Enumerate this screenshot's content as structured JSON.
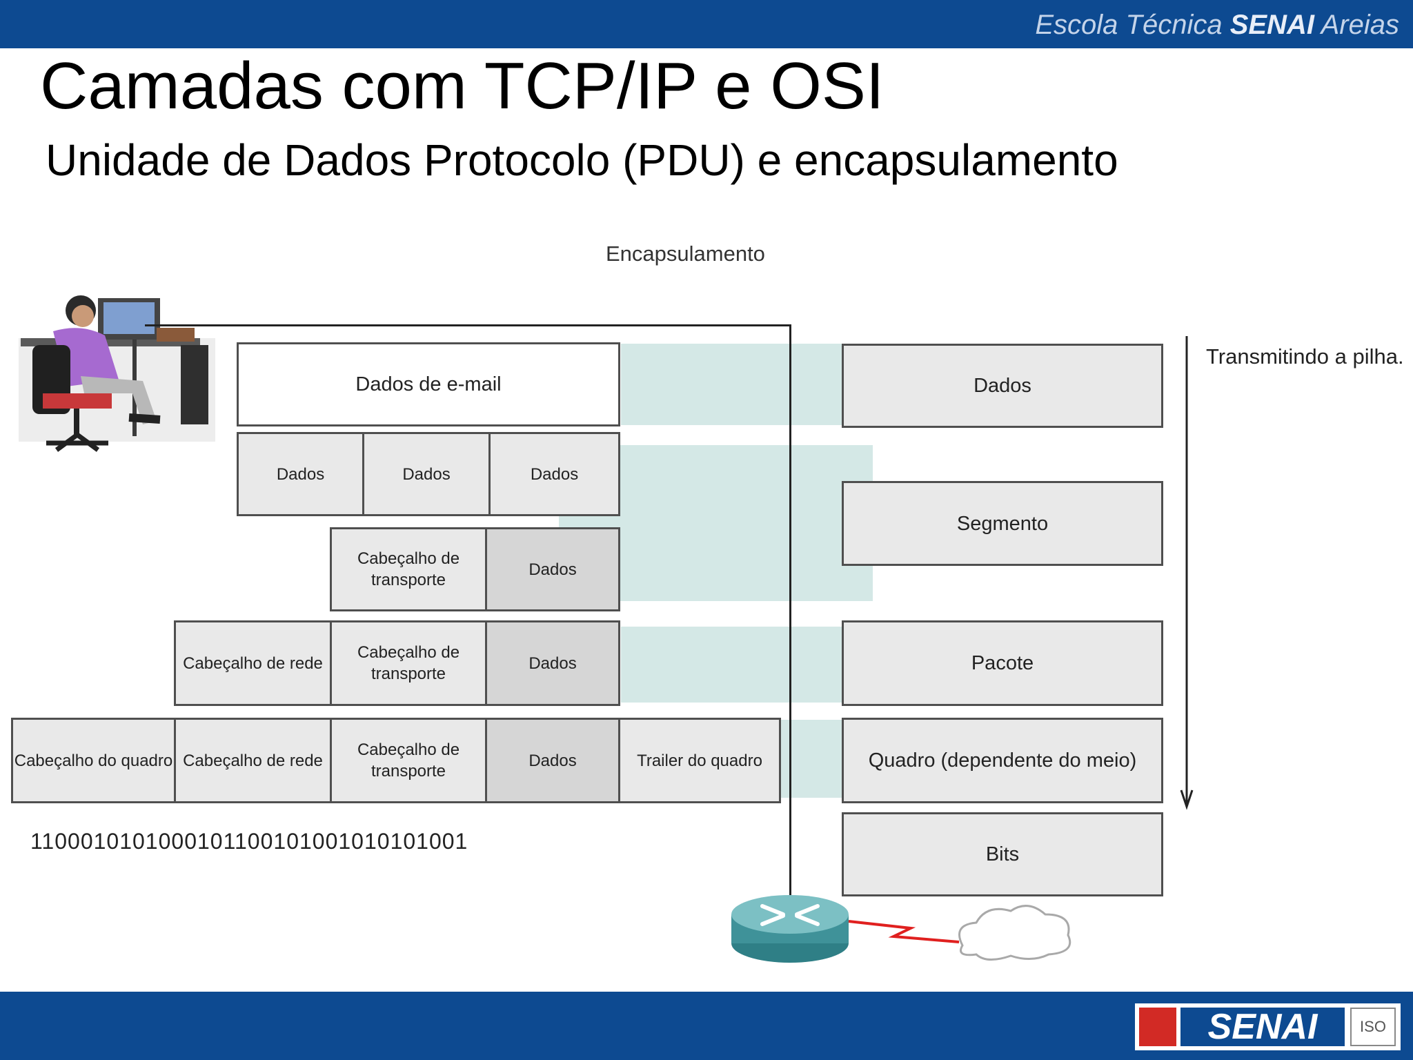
{
  "header": {
    "school": "Escola Técnica",
    "brand": "SENAI",
    "city": "Areias"
  },
  "title": "Camadas com TCP/IP e OSI",
  "subtitle": "Unidade de Dados Protocolo (PDU) e encapsulamento",
  "diagram": {
    "title": "Encapsulamento",
    "email_data": "Dados de e-mail",
    "segmented_data": [
      "Dados",
      "Dados",
      "Dados"
    ],
    "segment_row": {
      "header": "Cabeçalho de transporte",
      "data": "Dados"
    },
    "packet_row": {
      "network_header": "Cabeçalho de rede",
      "transport_header": "Cabeçalho de transporte",
      "data": "Dados"
    },
    "frame_row": {
      "frame_header": "Cabeçalho do quadro",
      "network_header": "Cabeçalho de rede",
      "transport_header": "Cabeçalho de transporte",
      "data": "Dados",
      "trailer": "Trailer do quadro"
    },
    "bits": "1100010101000101100101001010101001",
    "pdu_names": [
      "Dados",
      "Segmento",
      "Pacote",
      "Quadro (dependente do meio)",
      "Bits"
    ],
    "direction_label": "Transmitindo a pilha."
  },
  "footer": {
    "logo": "SENAI",
    "iso": "ISO"
  },
  "colors": {
    "bar": "#0d4a91",
    "band": "#d4e8e6",
    "box": "#e9e9e9"
  }
}
